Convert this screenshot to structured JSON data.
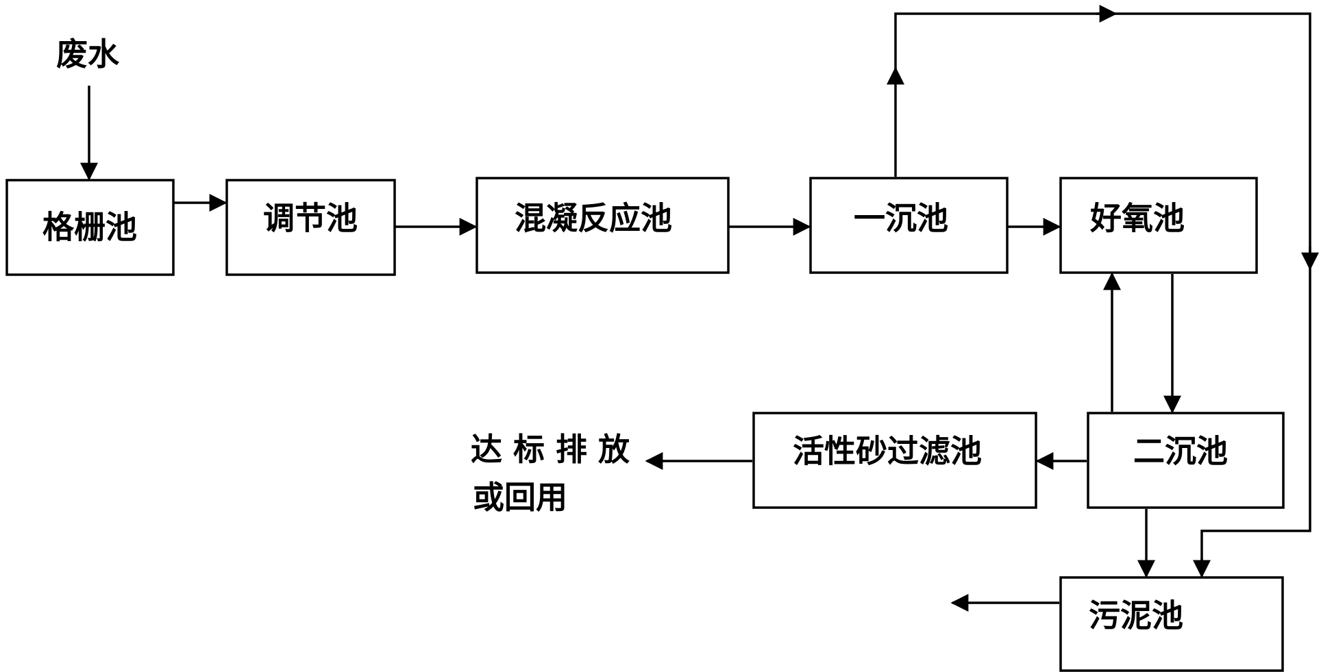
{
  "nodes": {
    "wastewater": "废水",
    "grating_tank": "格栅池",
    "regulating_tank": "调节池",
    "coagulation_tank": "混凝反应池",
    "primary_settling_tank": "一沉池",
    "aerobic_tank": "好氧池",
    "secondary_settling_tank": "二沉池",
    "activated_sand_filter": "活性砂过滤池",
    "sludge_tank": "污泥池",
    "discharge_line1": "达 标 排 放",
    "discharge_line2": "或回用"
  },
  "colors": {
    "line": "#000000",
    "background": "#ffffff"
  }
}
